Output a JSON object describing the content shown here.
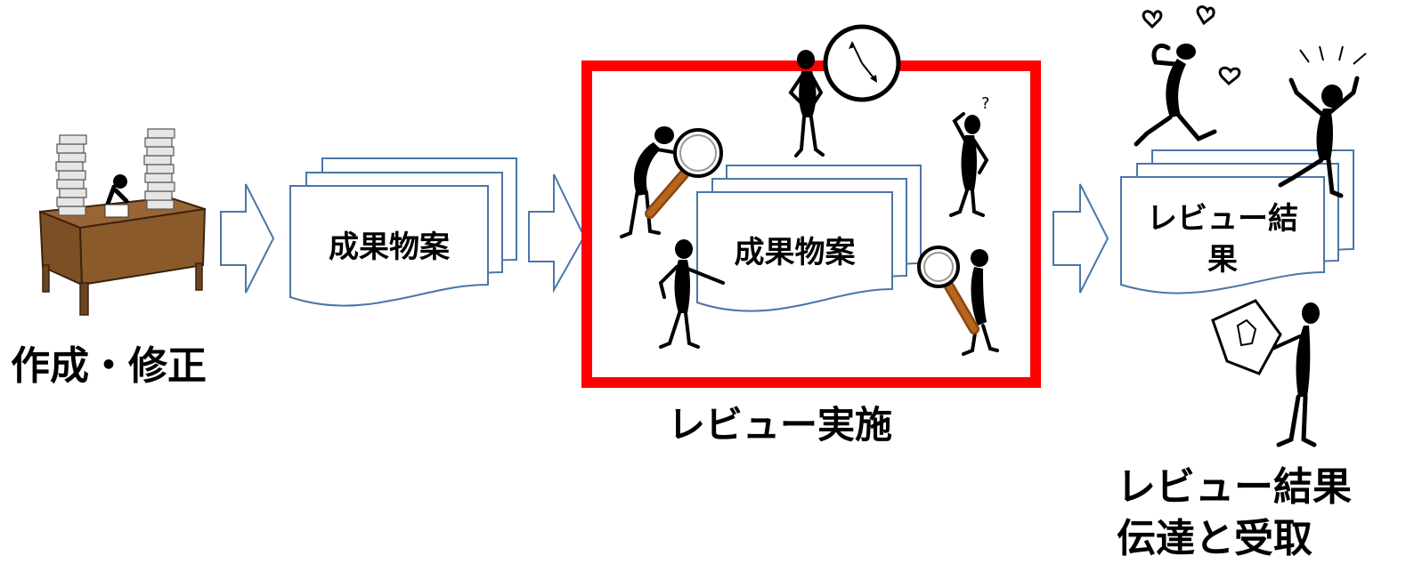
{
  "steps": {
    "create": {
      "label": "作成・修正"
    },
    "draft": {
      "doc_label": "成果物案"
    },
    "review": {
      "doc_label": "成果物案",
      "label": "レビュー実施",
      "highlight_color": "#ff0000"
    },
    "result": {
      "doc_label_line1": "レビュー結",
      "doc_label_line2": "果",
      "label_line1": "レビュー結果",
      "label_line2": "伝達と受取"
    }
  },
  "colors": {
    "arrow_stroke": "#4a76a8",
    "doc_stroke": "#4a76a8",
    "desk": "#8b5a2b",
    "figure": "#000000"
  },
  "icons": [
    "desk-with-paper-stacks-icon",
    "arrow-right-icon",
    "document-stack-icon",
    "magnifier-icon",
    "clock-icon",
    "stick-figure-icon",
    "heart-icon",
    "question-mark-icon"
  ]
}
